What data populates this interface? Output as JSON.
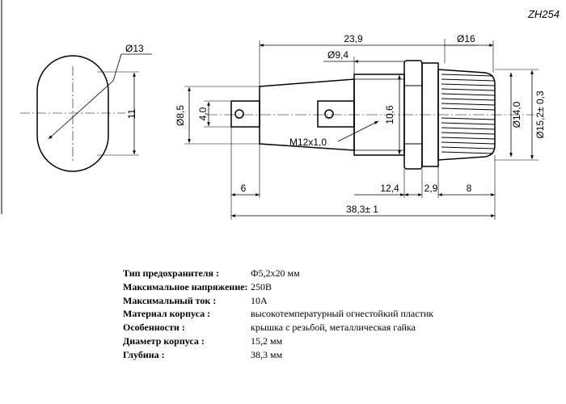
{
  "title": "ZH254",
  "dims": {
    "d13": "Ø13",
    "h11": "11",
    "len239": "23,9",
    "d16": "Ø16",
    "d94": "Ø9,4",
    "d85": "Ø8,5",
    "h40": "4,0",
    "h106": "10,6",
    "thread": "M12x1,0",
    "d140": "Ø14,0",
    "d152": "Ø15,2± 0,3",
    "len6": "6",
    "len124": "12,4",
    "len29": "2,9",
    "len8": "8",
    "len383": "38,3± 1"
  },
  "specs": [
    {
      "label": "Тип предохранителя :",
      "value": "Ф5,2х20 мм"
    },
    {
      "label": "Максимальное напряжение:",
      "value": "250В"
    },
    {
      "label": "Максимальный ток :",
      "value": "10А"
    },
    {
      "label": "Материал корпуса :",
      "value": "высокотемпературный огнестойкий пластик"
    },
    {
      "label": "Особенности :",
      "value": "крышка с резьбой, металлическая гайка"
    },
    {
      "label": "Диаметр корпуса :",
      "value": "15,2 мм"
    },
    {
      "label": "Глубина :",
      "value": "38,3 мм"
    }
  ]
}
